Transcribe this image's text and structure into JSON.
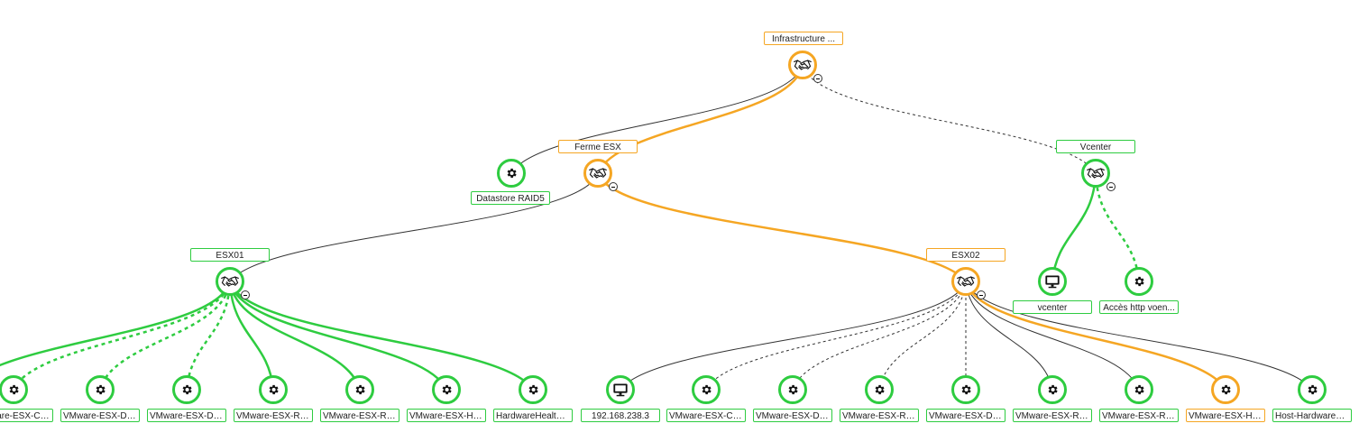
{
  "colors": {
    "ok": "#2ecc40",
    "warn": "#f5a623",
    "edge": "#333333"
  },
  "nodes": [
    {
      "id": "infra",
      "label": "Infrastructure ...",
      "icon": "handshake-icon",
      "status": "warn",
      "collapsible": true
    },
    {
      "id": "ferme",
      "label": "Ferme ESX",
      "icon": "handshake-icon",
      "status": "warn",
      "collapsible": true
    },
    {
      "id": "datastore",
      "label": "Datastore RAID5",
      "icon": "gear-icon",
      "status": "ok"
    },
    {
      "id": "vcenter_group",
      "label": "Vcenter",
      "icon": "handshake-icon",
      "status": "ok",
      "collapsible": true
    },
    {
      "id": "esx01",
      "label": "ESX01",
      "icon": "handshake-icon",
      "status": "ok",
      "collapsible": true
    },
    {
      "id": "esx02",
      "label": "ESX02",
      "icon": "handshake-icon",
      "status": "warn",
      "collapsible": true
    },
    {
      "id": "vcenter_host",
      "label": "vcenter",
      "icon": "monitor-icon",
      "status": "ok"
    },
    {
      "id": "acces_http",
      "label": "Accès http voen...",
      "icon": "gear-icon",
      "status": "ok"
    },
    {
      "id": "e1_cpu",
      "label": "VMware-ESX-CPU",
      "icon": "gear-icon",
      "status": "ok"
    },
    {
      "id": "e1_disk1",
      "label": "VMware-ESX-Disk...",
      "icon": "gear-icon",
      "status": "ok"
    },
    {
      "id": "e1_disk2",
      "label": "VMware-ESX-Disk...",
      "icon": "gear-icon",
      "status": "ok"
    },
    {
      "id": "e1_run1",
      "label": "VMware-ESX-Runt...",
      "icon": "gear-icon",
      "status": "ok"
    },
    {
      "id": "e1_run2",
      "label": "VMware-ESX-Runt...",
      "icon": "gear-icon",
      "status": "ok"
    },
    {
      "id": "e1_hard",
      "label": "VMware-ESX-Hard...",
      "icon": "gear-icon",
      "status": "ok"
    },
    {
      "id": "e1_hh",
      "label": "HardwareHealth ...",
      "icon": "gear-icon",
      "status": "ok"
    },
    {
      "id": "e2_ip",
      "label": "192.168.238.3",
      "icon": "monitor-icon",
      "status": "ok"
    },
    {
      "id": "e2_cpu",
      "label": "VMware-ESX-CPU",
      "icon": "gear-icon",
      "status": "ok"
    },
    {
      "id": "e2_disk1",
      "label": "VMware-ESX-Disk...",
      "icon": "gear-icon",
      "status": "ok"
    },
    {
      "id": "e2_ram",
      "label": "VMware-ESX-RAM",
      "icon": "gear-icon",
      "status": "ok"
    },
    {
      "id": "e2_disk2",
      "label": "VMware-ESX-Disk...",
      "icon": "gear-icon",
      "status": "ok"
    },
    {
      "id": "e2_run1",
      "label": "VMware-ESX-Runt...",
      "icon": "gear-icon",
      "status": "ok"
    },
    {
      "id": "e2_run2",
      "label": "VMware-ESX-Runt...",
      "icon": "gear-icon",
      "status": "ok"
    },
    {
      "id": "e2_hard",
      "label": "VMware-ESX-Hard...",
      "icon": "gear-icon",
      "status": "warn"
    },
    {
      "id": "e2_hw",
      "label": "Host-HardwareHe...",
      "icon": "gear-icon",
      "status": "ok"
    }
  ],
  "edges": [
    {
      "from": "infra",
      "to": "datastore",
      "style": "solid",
      "status": "neutral"
    },
    {
      "from": "infra",
      "to": "ferme",
      "style": "solid",
      "status": "warn"
    },
    {
      "from": "infra",
      "to": "vcenter_group",
      "style": "dashed",
      "status": "neutral"
    },
    {
      "from": "ferme",
      "to": "esx01",
      "style": "solid",
      "status": "neutral"
    },
    {
      "from": "ferme",
      "to": "esx02",
      "style": "solid",
      "status": "warn"
    },
    {
      "from": "vcenter_group",
      "to": "vcenter_host",
      "style": "solid",
      "status": "ok"
    },
    {
      "from": "vcenter_group",
      "to": "acces_http",
      "style": "dashed",
      "status": "ok"
    },
    {
      "from": "esx01",
      "to": "offscreen_left",
      "style": "solid",
      "status": "ok"
    },
    {
      "from": "esx01",
      "to": "e1_cpu",
      "style": "dashed",
      "status": "ok"
    },
    {
      "from": "esx01",
      "to": "e1_disk1",
      "style": "dashed",
      "status": "ok"
    },
    {
      "from": "esx01",
      "to": "e1_disk2",
      "style": "dashed",
      "status": "ok"
    },
    {
      "from": "esx01",
      "to": "e1_run1",
      "style": "solid",
      "status": "ok"
    },
    {
      "from": "esx01",
      "to": "e1_run2",
      "style": "solid",
      "status": "ok"
    },
    {
      "from": "esx01",
      "to": "e1_hard",
      "style": "solid",
      "status": "ok"
    },
    {
      "from": "esx01",
      "to": "e1_hh",
      "style": "solid",
      "status": "ok"
    },
    {
      "from": "esx02",
      "to": "e2_ip",
      "style": "solid",
      "status": "neutral"
    },
    {
      "from": "esx02",
      "to": "e2_cpu",
      "style": "dashed",
      "status": "neutral"
    },
    {
      "from": "esx02",
      "to": "e2_disk1",
      "style": "dashed",
      "status": "neutral"
    },
    {
      "from": "esx02",
      "to": "e2_ram",
      "style": "dashed",
      "status": "neutral"
    },
    {
      "from": "esx02",
      "to": "e2_disk2",
      "style": "dashed",
      "status": "neutral"
    },
    {
      "from": "esx02",
      "to": "e2_run1",
      "style": "solid",
      "status": "neutral"
    },
    {
      "from": "esx02",
      "to": "e2_run2",
      "style": "solid",
      "status": "neutral"
    },
    {
      "from": "esx02",
      "to": "e2_hard",
      "style": "solid",
      "status": "warn"
    },
    {
      "from": "esx02",
      "to": "e2_hw",
      "style": "solid",
      "status": "neutral"
    }
  ]
}
